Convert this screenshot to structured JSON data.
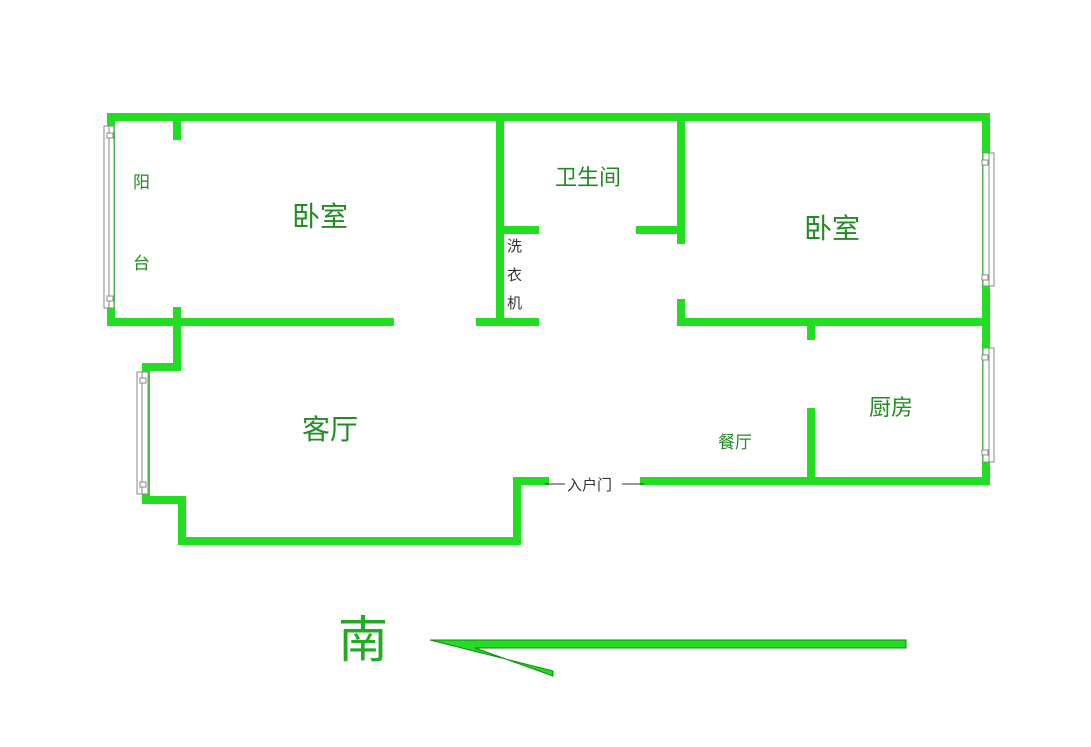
{
  "rooms": {
    "bedroom_left": "卧室",
    "bedroom_right": "卧室",
    "bathroom": "卫生间",
    "living_room": "客厅",
    "kitchen": "厨房",
    "dining": "餐厅",
    "balcony_1": "阳",
    "balcony_2": "台",
    "washer_1": "洗",
    "washer_2": "衣",
    "washer_3": "机"
  },
  "entrance": "入户门",
  "orientation": {
    "label": "南",
    "arrow_direction": "left"
  },
  "colors": {
    "wall": "#22dd22",
    "text": "#228b22",
    "window": "#888888"
  }
}
